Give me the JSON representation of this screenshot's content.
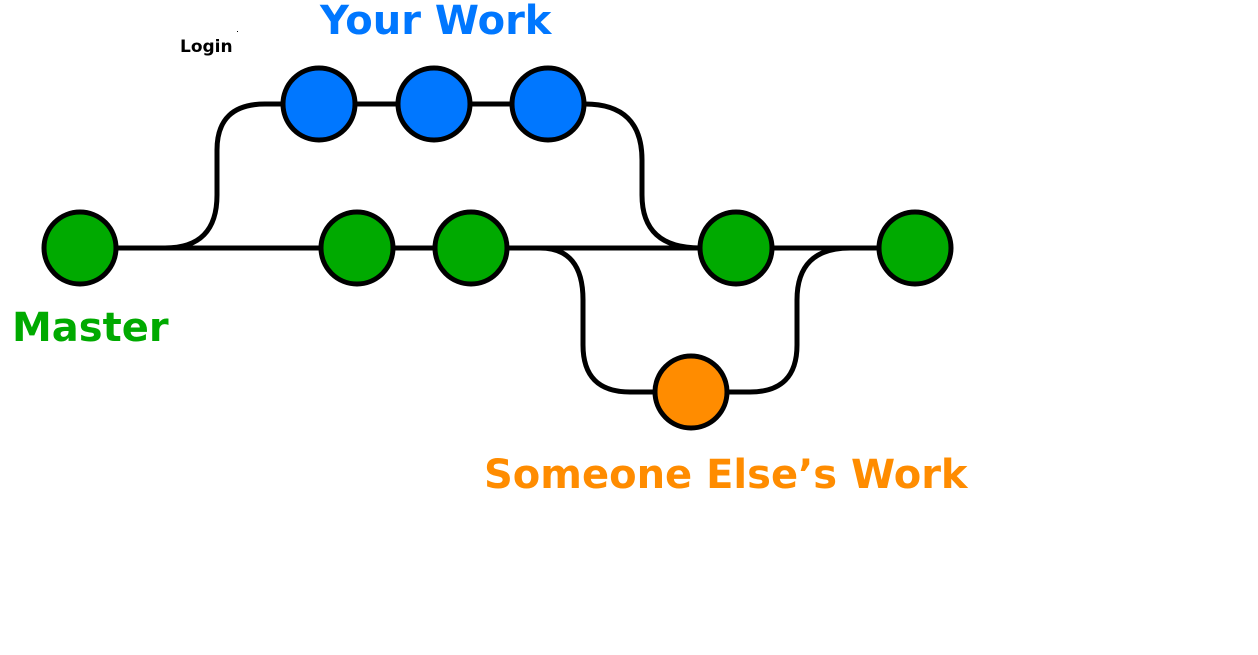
{
  "labels": {
    "your_work": "Your Work",
    "master": "Master",
    "someone_else": "Someone Else’s Work",
    "login": "Login"
  },
  "colors": {
    "blue": "#0077ff",
    "green": "#00aa00",
    "orange": "#ff8c00",
    "line": "#000000",
    "text_black": "#000000"
  }
}
